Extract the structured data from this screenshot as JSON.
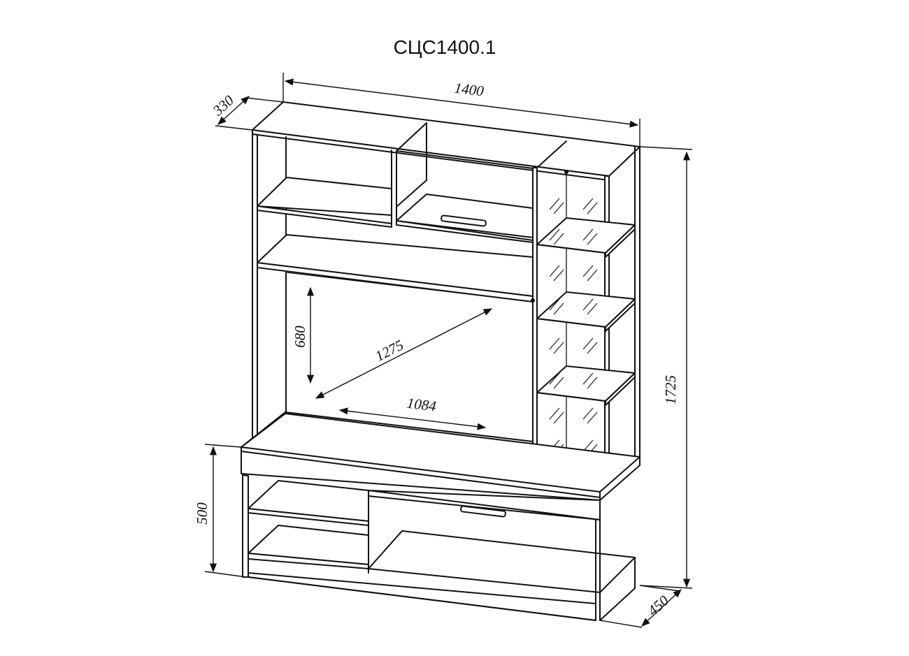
{
  "title": "СЦС1400.1",
  "dimensions": {
    "width": "1400",
    "depth_top": "330",
    "height": "1725",
    "depth_bottom": "450",
    "base_height": "500",
    "tv_height": "680",
    "tv_diagonal": "1275",
    "tv_width": "1084"
  },
  "colors": {
    "line": "#111111",
    "background": "#ffffff"
  }
}
